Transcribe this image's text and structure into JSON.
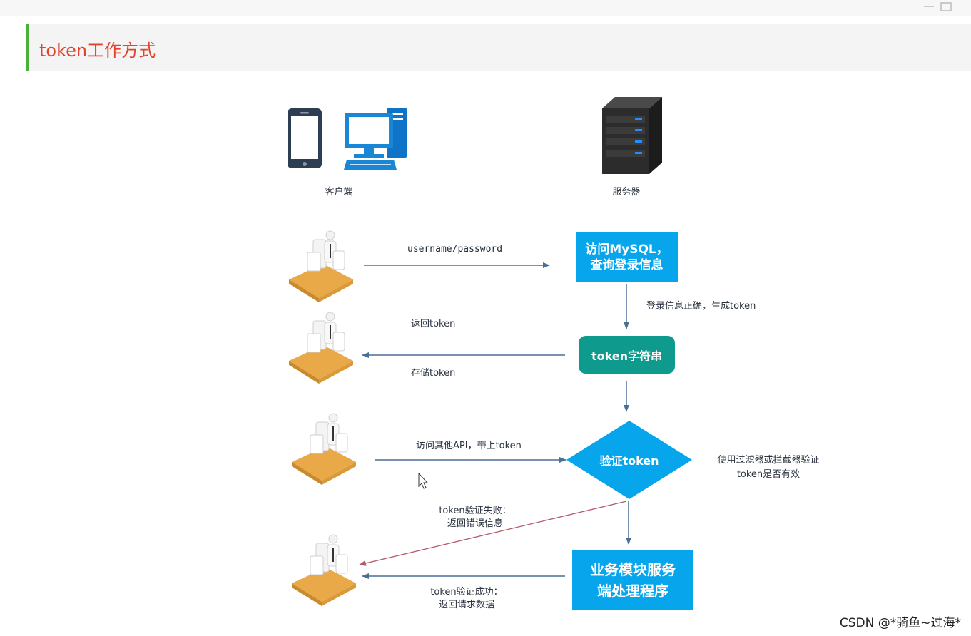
{
  "title": "token工作方式",
  "client_label": "客户端",
  "server_label": "服务器",
  "steps": {
    "send_credentials": "username/password",
    "query_box": [
      "访问MySQL，",
      "查询登录信息"
    ],
    "login_ok": "登录信息正确，生成token",
    "return_token": "返回token",
    "token_box": "token字符串",
    "store_token": "存储token",
    "access_api": "访问其他API，带上token",
    "verify_box": "验证token",
    "verify_note": [
      "使用过滤器或拦截器验证",
      "token是否有效"
    ],
    "fail_note": [
      "token验证失败：",
      "返回错误信息"
    ],
    "business_box": [
      "业务模块服务",
      "端处理程序"
    ],
    "success_note": [
      "token验证成功：",
      "返回请求数据"
    ]
  },
  "colors": {
    "title": "#e2432b",
    "accent_bar": "#4caf3a",
    "box_blue": "#07a5ec",
    "box_teal": "#0f9a8e",
    "arrow": "#4a6f95",
    "fail_arrow": "#b45a6a"
  },
  "watermark": "CSDN @*骑鱼~过海*"
}
